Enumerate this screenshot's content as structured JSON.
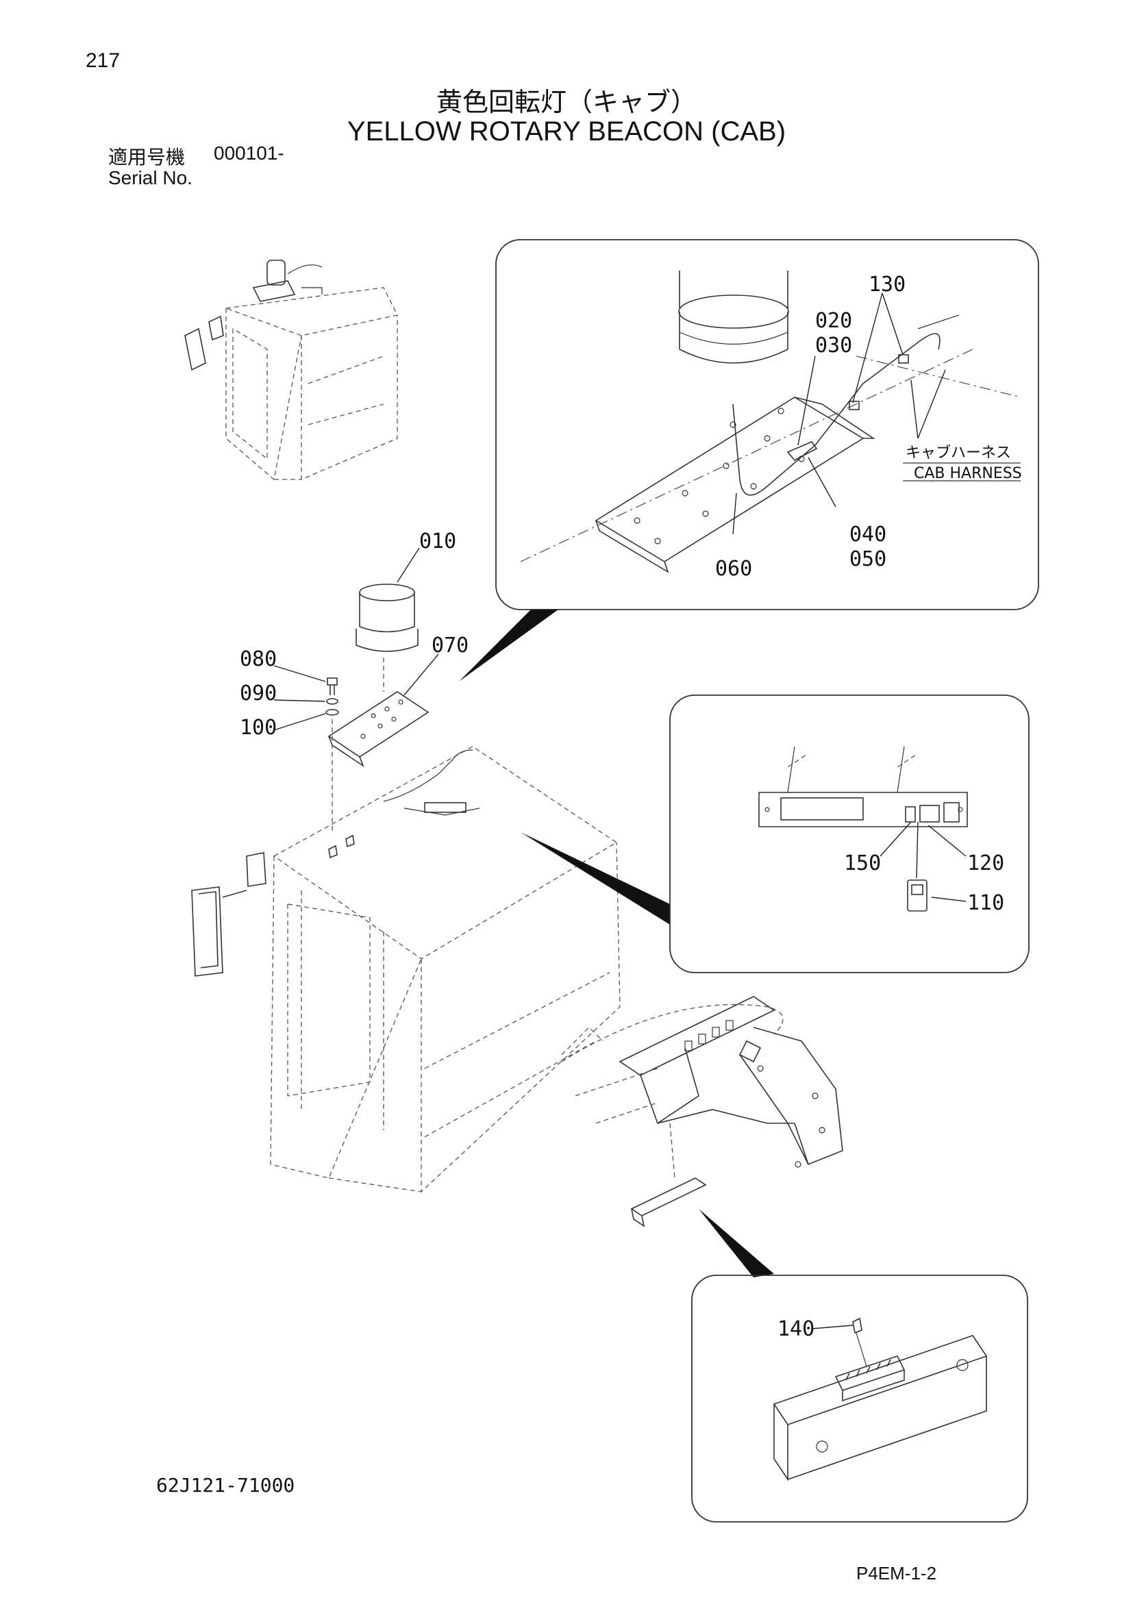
{
  "header": {
    "page_number": "217",
    "title_jp": "黄色回転灯（キャブ）",
    "title_en": "YELLOW ROTARY BEACON (CAB)",
    "serial_label_jp": "適用号機",
    "serial_value": "000101-",
    "serial_label_en": "Serial No."
  },
  "callouts": {
    "p010": "010",
    "p020": "020",
    "p030": "030",
    "p040": "040",
    "p050": "050",
    "p060": "060",
    "p070": "070",
    "p080": "080",
    "p090": "090",
    "p100": "100",
    "p110": "110",
    "p120": "120",
    "p130": "130",
    "p140": "140",
    "p150": "150"
  },
  "annotations": {
    "cab_harness_jp": "キャブハーネス",
    "cab_harness_en": "CAB HARNESS"
  },
  "footer": {
    "drawing_code": "62J121-71000",
    "page_code": "P4EM-1-2"
  }
}
